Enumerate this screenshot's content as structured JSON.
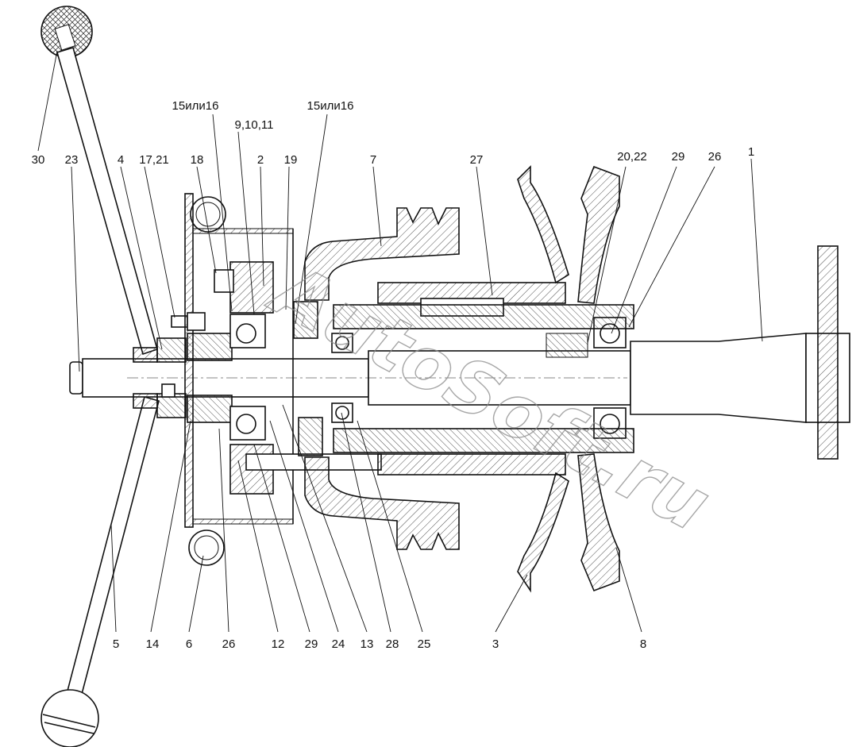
{
  "callouts": {
    "top": [
      {
        "id": "t30",
        "text": "30"
      },
      {
        "id": "t23",
        "text": "23"
      },
      {
        "id": "t4",
        "text": "4"
      },
      {
        "id": "t17",
        "text": "17,21"
      },
      {
        "id": "t18",
        "text": "18"
      },
      {
        "id": "t15a",
        "text": "15или16"
      },
      {
        "id": "t9",
        "text": "9,10,11"
      },
      {
        "id": "t2",
        "text": "2"
      },
      {
        "id": "t19",
        "text": "19"
      },
      {
        "id": "t15b",
        "text": "15или16"
      },
      {
        "id": "t7",
        "text": "7"
      },
      {
        "id": "t27",
        "text": "27"
      },
      {
        "id": "t20",
        "text": "20,22"
      },
      {
        "id": "t29a",
        "text": "29"
      },
      {
        "id": "t26a",
        "text": "26"
      },
      {
        "id": "t1",
        "text": "1"
      }
    ],
    "bottom": [
      {
        "id": "b5",
        "text": "5"
      },
      {
        "id": "b14",
        "text": "14"
      },
      {
        "id": "b6",
        "text": "6"
      },
      {
        "id": "b26",
        "text": "26"
      },
      {
        "id": "b12",
        "text": "12"
      },
      {
        "id": "b29",
        "text": "29"
      },
      {
        "id": "b24",
        "text": "24"
      },
      {
        "id": "b13",
        "text": "13"
      },
      {
        "id": "b28",
        "text": "28"
      },
      {
        "id": "b25",
        "text": "25"
      },
      {
        "id": "b3",
        "text": "3"
      },
      {
        "id": "b8",
        "text": "8"
      }
    ]
  },
  "watermark": "AutoSoft.ru"
}
